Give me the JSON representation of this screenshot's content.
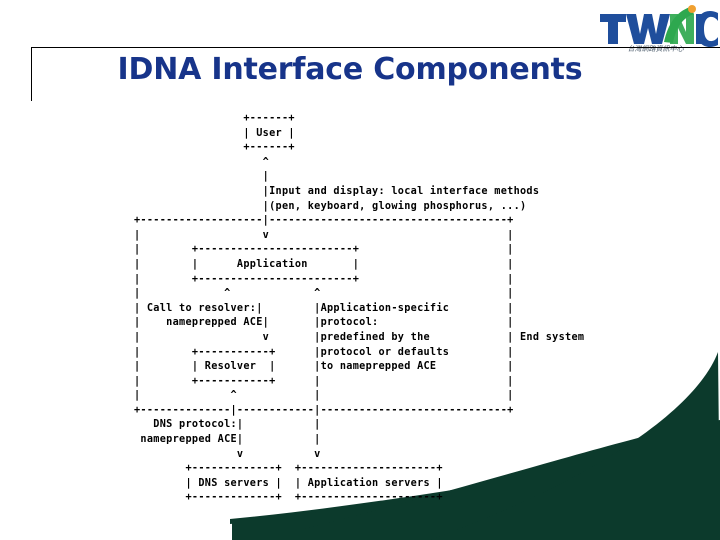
{
  "slide": {
    "title": "IDNA Interface Components",
    "title_color": "#17348a",
    "background_color": "#ffffff",
    "accent_color": "#0c3a2c"
  },
  "logo": {
    "name": "twnic-logo",
    "text": "TWNIC",
    "letters_before_n": "TW",
    "letter_n": "N",
    "letters_after_n": "IC",
    "subtitle_cjk": "台灣網路資訊中心",
    "blue": "#1f4e9c",
    "green": "#2fa84f",
    "orange": "#f0a030"
  },
  "diagram": {
    "type": "ascii-art",
    "labels": {
      "user": "User",
      "application": "Application",
      "resolver": "Resolver",
      "dns_servers": "DNS servers",
      "application_servers": "Application servers",
      "end_system": "End system",
      "input_display_1": "Input and display: local interface methods",
      "input_display_2": "(pen, keyboard, glowing phosphorus, ...)",
      "call_to_resolver_1": "Call to resolver:",
      "call_to_resolver_2": "nameprepped ACE",
      "app_protocol_1": "Application-specific",
      "app_protocol_2": "protocol:",
      "app_protocol_3": "predefined by the",
      "app_protocol_4": "protocol or defaults",
      "app_protocol_5": "to nameprepped ACE",
      "dns_protocol_1": "DNS protocol:",
      "dns_protocol_2": "nameprepped ACE"
    },
    "art": "                 +------+\n                 | User |\n                 +------+\n                    ^\n                    |\n                    |Input and display: local interface methods\n                    |(pen, keyboard, glowing phosphorus, ...)\n+-------------------|-------------------------------------+\n|                   v                                     |\n|        +------------------------+                       |\n|        |      Application       |                       |\n|        +------------------------+                       |\n|             ^             ^                             |\n| Call to resolver:|        |Application-specific         |\n|    nameprepped ACE|       |protocol:                    |\n|                   v       |predefined by the            | End system\n|        +-----------+      |protocol or defaults         |\n|        | Resolver  |      |to nameprepped ACE           |\n|        +-----------+      |                             |\n|              ^            |                             |\n+--------------|------------|-----------------------------+\n   DNS protocol:|           |\n nameprepped ACE|           |\n                v           v\n        +-------------+  +---------------------+\n        | DNS servers |  | Application servers |\n        +-------------+  +---------------------+"
  }
}
